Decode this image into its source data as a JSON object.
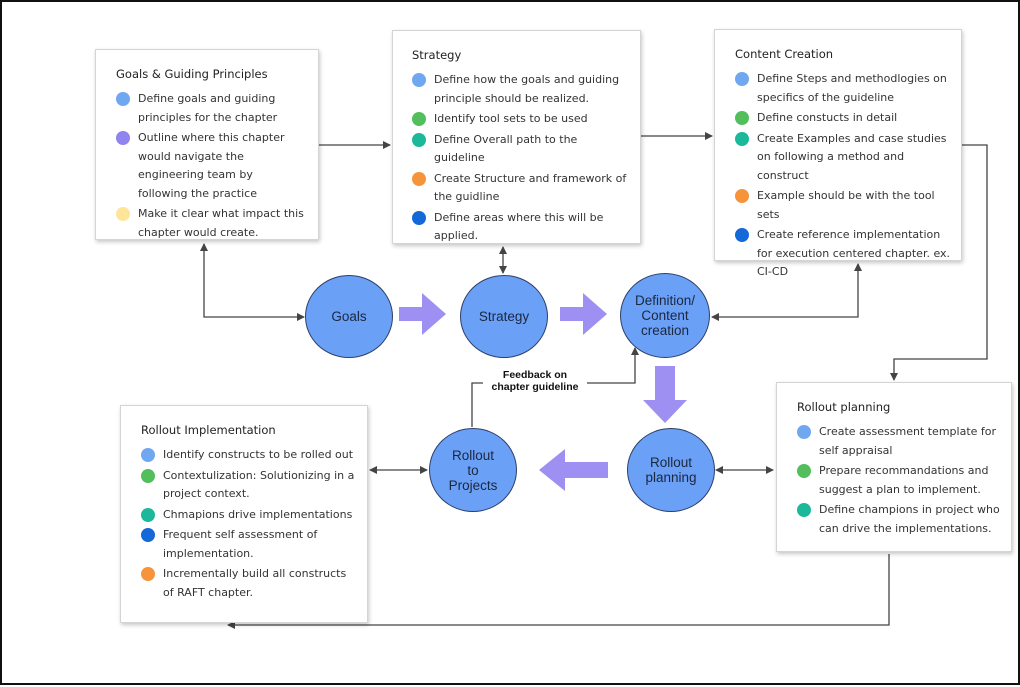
{
  "colors": {
    "blue": "#6fa8f0",
    "purple": "#8f84f0",
    "yellow": "#fde69a",
    "green": "#52bf5c",
    "teal": "#1cb89c",
    "orange": "#f5943a",
    "darkblue": "#1468d8",
    "circle_fill": "#6aa0f5",
    "block_arrow": "#9e8ff2"
  },
  "cards": {
    "goals": {
      "title": "Goals & Guiding Principles",
      "items": [
        {
          "text": "Define goals and guiding principles for the chapter",
          "color": "#6fa8f0"
        },
        {
          "text": "Outline where this chapter would navigate the engineering team by following the practice",
          "color": "#8f84f0"
        },
        {
          "text": "Make it clear what impact this chapter would create.",
          "color": "#fde69a"
        }
      ]
    },
    "strategy": {
      "title": "Strategy",
      "items": [
        {
          "text": "Define how the goals and guiding principle should be realized.",
          "color": "#6fa8f0"
        },
        {
          "text": "Identify tool sets to be used",
          "color": "#52bf5c"
        },
        {
          "text": "Define Overall path to the guideline",
          "color": "#1cb89c"
        },
        {
          "text": "Create Structure and framework of the guidline",
          "color": "#f5943a"
        },
        {
          "text": "Define areas where this will be applied.",
          "color": "#1468d8"
        }
      ]
    },
    "content": {
      "title": "Content Creation",
      "items": [
        {
          "text": "Define Steps and methodlogies on specifics of the guideline",
          "color": "#6fa8f0"
        },
        {
          "text": "Define constucts in detail",
          "color": "#52bf5c"
        },
        {
          "text": "Create Examples and case studies on following a method and construct",
          "color": "#1cb89c"
        },
        {
          "text": "Example should be with the tool sets",
          "color": "#f5943a"
        },
        {
          "text": "Create reference implementation for execution centered chapter. ex. CI-CD",
          "color": "#1468d8"
        }
      ]
    },
    "rollout_planning": {
      "title": "Rollout planning",
      "items": [
        {
          "text": "Create assessment template for self appraisal",
          "color": "#6fa8f0"
        },
        {
          "text": "Prepare recommandations and suggest a plan to implement.",
          "color": "#52bf5c"
        },
        {
          "text": "Define champions in project who can drive the implementations.",
          "color": "#1cb89c"
        }
      ]
    },
    "rollout_impl": {
      "title": "Rollout Implementation",
      "items": [
        {
          "text": "Identify constructs to be rolled out",
          "color": "#6fa8f0"
        },
        {
          "text": "Contextulization: Solutionizing in a project context.",
          "color": "#52bf5c"
        },
        {
          "text": "Chmapions drive implementations",
          "color": "#1cb89c"
        },
        {
          "text": "Frequent self assessment of implementation.",
          "color": "#1468d8"
        },
        {
          "text": "Incrementally build all constructs of RAFT chapter.",
          "color": "#f5943a"
        }
      ]
    }
  },
  "circles": {
    "goals": "Goals",
    "strategy": "Strategy",
    "definition": "Definition/\nContent\ncreation",
    "rollout_planning": "Rollout\nplanning",
    "rollout_projects": "Rollout\nto\nProjects"
  },
  "feedback_label": "Feedback on\nchapter guideline"
}
